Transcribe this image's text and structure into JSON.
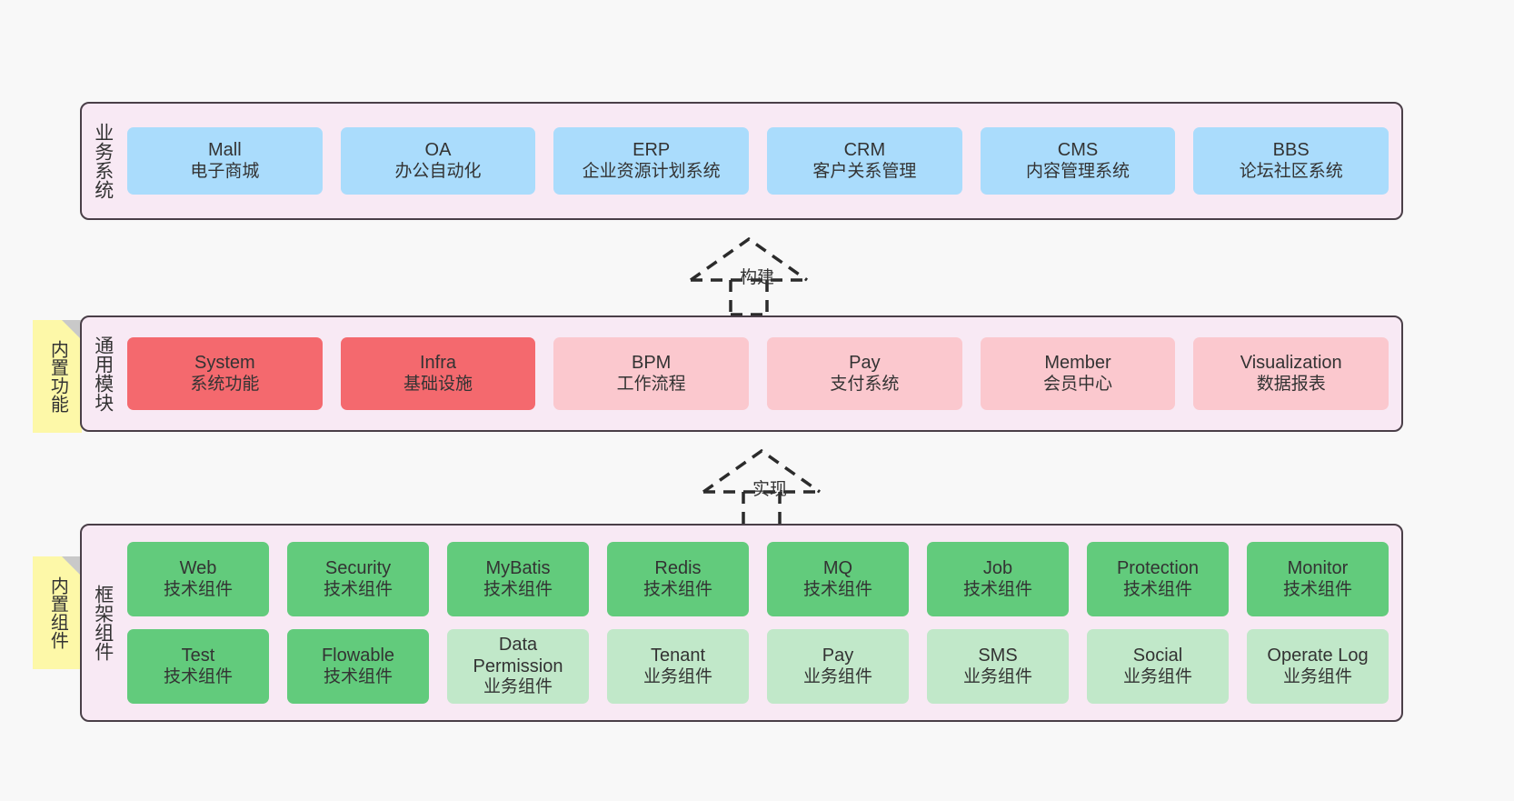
{
  "diagram": {
    "title_visible": false,
    "background_color": "#f8f8f8",
    "panel_color": "#f8e9f4",
    "panel_border_color": "#4a3f48"
  },
  "layers": [
    {
      "id": "business",
      "title": "业务系统",
      "box_color": "#aadcfc",
      "rows": [
        {
          "cells": [
            {
              "en": "Mall",
              "cn": "电子商城"
            },
            {
              "en": "OA",
              "cn": "办公自动化"
            },
            {
              "en": "ERP",
              "cn": "企业资源计划系统"
            },
            {
              "en": "CRM",
              "cn": "客户关系管理"
            },
            {
              "en": "CMS",
              "cn": "内容管理系统"
            },
            {
              "en": "BBS",
              "cn": "论坛社区系统"
            }
          ]
        }
      ]
    },
    {
      "id": "modules",
      "title": "通用模块",
      "note": "内置功能",
      "strong_color": "#f4696e",
      "soft_color": "#fbc8ce",
      "rows": [
        {
          "cells": [
            {
              "en": "System",
              "cn": "系统功能",
              "tone": "strong"
            },
            {
              "en": "Infra",
              "cn": "基础设施",
              "tone": "strong"
            },
            {
              "en": "BPM",
              "cn": "工作流程",
              "tone": "soft"
            },
            {
              "en": "Pay",
              "cn": "支付系统",
              "tone": "soft"
            },
            {
              "en": "Member",
              "cn": "会员中心",
              "tone": "soft"
            },
            {
              "en": "Visualization",
              "cn": "数据报表",
              "tone": "soft"
            }
          ]
        }
      ]
    },
    {
      "id": "framework",
      "title": "框架组件",
      "note": "内置组件",
      "strong_color": "#62cb7c",
      "soft_color": "#c1e8c9",
      "rows": [
        {
          "cells": [
            {
              "en": "Web",
              "cn": "技术组件",
              "tone": "strong"
            },
            {
              "en": "Security",
              "cn": "技术组件",
              "tone": "strong"
            },
            {
              "en": "MyBatis",
              "cn": "技术组件",
              "tone": "strong"
            },
            {
              "en": "Redis",
              "cn": "技术组件",
              "tone": "strong"
            },
            {
              "en": "MQ",
              "cn": "技术组件",
              "tone": "strong"
            },
            {
              "en": "Job",
              "cn": "技术组件",
              "tone": "strong"
            },
            {
              "en": "Protection",
              "cn": "技术组件",
              "tone": "strong"
            },
            {
              "en": "Monitor",
              "cn": "技术组件",
              "tone": "strong"
            }
          ]
        },
        {
          "cells": [
            {
              "en": "Test",
              "cn": "技术组件",
              "tone": "strong"
            },
            {
              "en": "Flowable",
              "cn": "技术组件",
              "tone": "strong"
            },
            {
              "en": "Data Permission",
              "cn": "业务组件",
              "tone": "soft"
            },
            {
              "en": "Tenant",
              "cn": "业务组件",
              "tone": "soft"
            },
            {
              "en": "Pay",
              "cn": "业务组件",
              "tone": "soft"
            },
            {
              "en": "SMS",
              "cn": "业务组件",
              "tone": "soft"
            },
            {
              "en": "Social",
              "cn": "业务组件",
              "tone": "soft"
            },
            {
              "en": "Operate Log",
              "cn": "业务组件",
              "tone": "soft"
            }
          ]
        }
      ]
    }
  ],
  "connectors": [
    {
      "id": "build",
      "label": "构建",
      "style": "dashed-hollow-triangle-arrow",
      "direction": "up"
    },
    {
      "id": "implement",
      "label": "实现",
      "style": "dashed-hollow-triangle-arrow",
      "direction": "up"
    }
  ]
}
